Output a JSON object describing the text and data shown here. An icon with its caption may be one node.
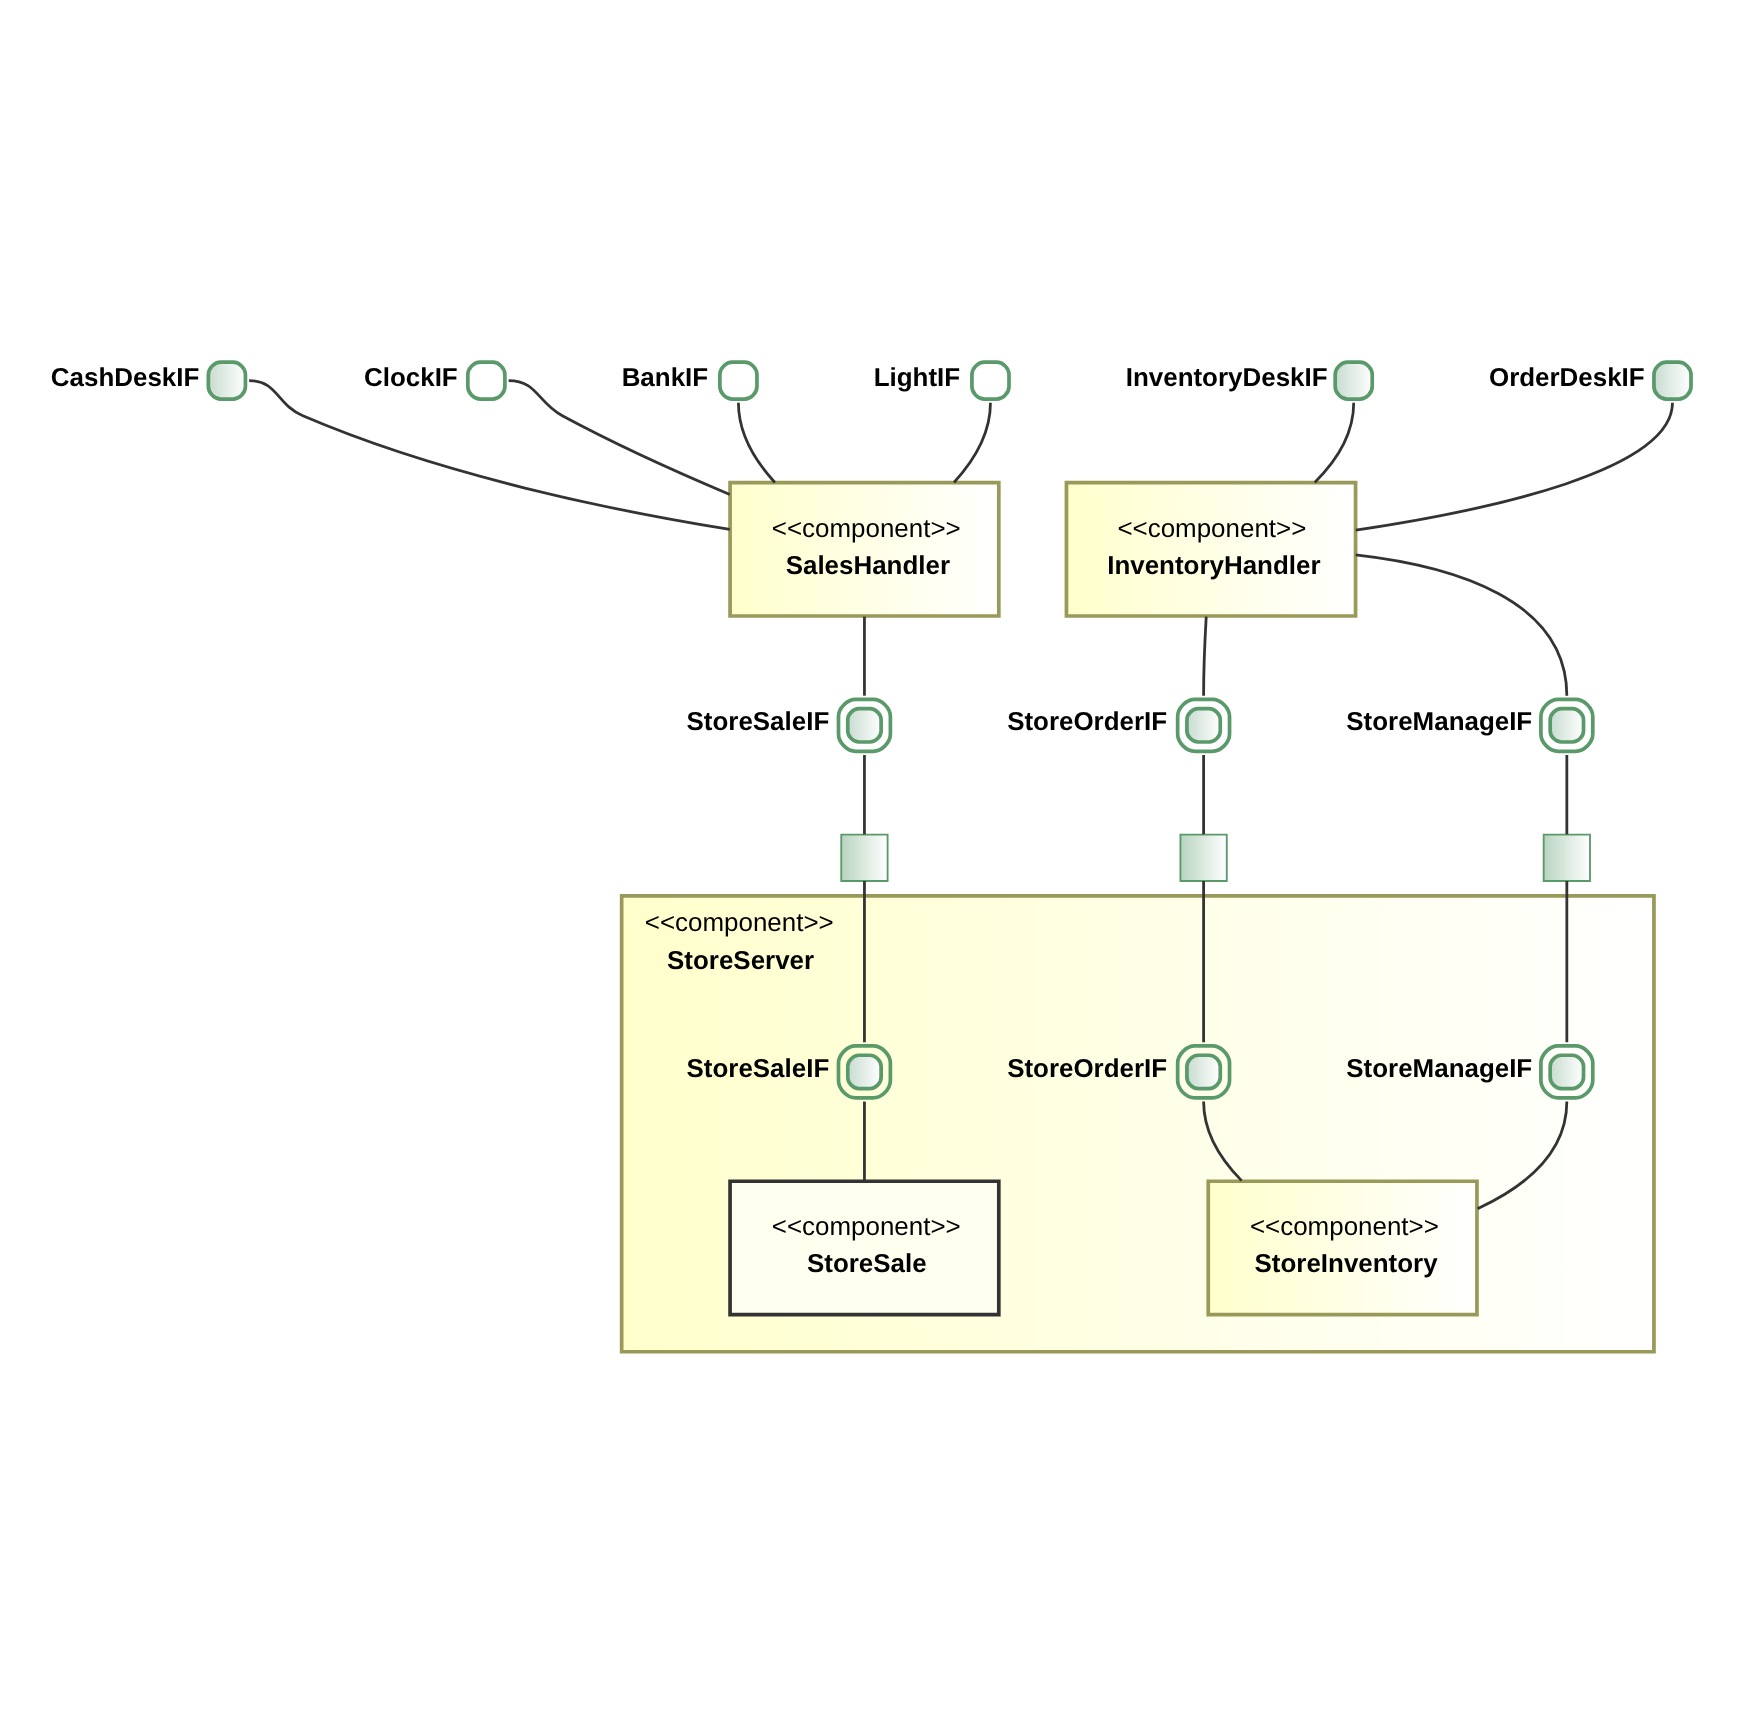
{
  "diagram": {
    "nodes": [
      {
        "text": [
          "<<component>>",
          "SalesHandler"
        ]
      },
      {
        "text": [
          "<<component>>",
          "InventoryHandler"
        ]
      },
      {
        "text": [
          "<<component>>",
          "StoreServer"
        ]
      },
      {
        "text": [
          "<<component>>",
          "StoreSale"
        ],
        "in": 2
      },
      {
        "text": [
          "<<component>>",
          "StoreInventory"
        ],
        "in": 2
      },
      {
        "text": [
          "CashDeskIF"
        ]
      },
      {
        "text": [
          "InventoryDeskIF"
        ]
      },
      {
        "text": [
          "OrderDeskIF"
        ]
      },
      {
        "text": [
          "ClockIF"
        ]
      },
      {
        "text": [
          "BankIF"
        ]
      },
      {
        "text": [
          "LightIF"
        ]
      },
      {
        "text": [
          "StoreSaleIF"
        ]
      },
      {
        "text": [
          "StoreOrderIF"
        ]
      },
      {
        "text": [
          "StoreManageIF"
        ]
      },
      {
        "text": [],
        "shape": "box"
      },
      {
        "text": [],
        "shape": "box"
      },
      {
        "text": [],
        "shape": "box"
      },
      {
        "text": [
          "StoreSaleIF"
        ],
        "in": 2
      },
      {
        "text": [
          "StoreOrderIF"
        ],
        "in": 2
      },
      {
        "text": [
          "StoreManageIF"
        ],
        "in": 2
      }
    ],
    "edges": [
      {
        "from": 5,
        "to": 0,
        "arrow": "none"
      },
      {
        "from": 6,
        "to": 1,
        "arrow": "none"
      },
      {
        "from": 7,
        "to": 1,
        "arrow": "none"
      },
      {
        "from": 8,
        "to": 0,
        "arrow": "none"
      },
      {
        "from": 9,
        "to": 0,
        "arrow": "none"
      },
      {
        "from": 10,
        "to": 0,
        "arrow": "none"
      },
      {
        "from": 0,
        "to": 11,
        "arrow": "none"
      },
      {
        "from": 1,
        "to": 12,
        "arrow": "none"
      },
      {
        "from": 1,
        "to": 13,
        "arrow": "none"
      },
      {
        "from": 11,
        "to": 14,
        "arrow": "none"
      },
      {
        "from": 12,
        "to": 15,
        "arrow": "none"
      },
      {
        "from": 13,
        "to": 16,
        "arrow": "none"
      },
      {
        "from": 14,
        "to": 17,
        "arrow": "none"
      },
      {
        "from": 15,
        "to": 18,
        "arrow": "none"
      },
      {
        "from": 16,
        "to": 19,
        "arrow": "none"
      },
      {
        "from": 17,
        "to": 3,
        "arrow": "none"
      },
      {
        "from": 18,
        "to": 4,
        "arrow": "none"
      },
      {
        "from": 19,
        "to": 4,
        "arrow": "none"
      }
    ]
  }
}
